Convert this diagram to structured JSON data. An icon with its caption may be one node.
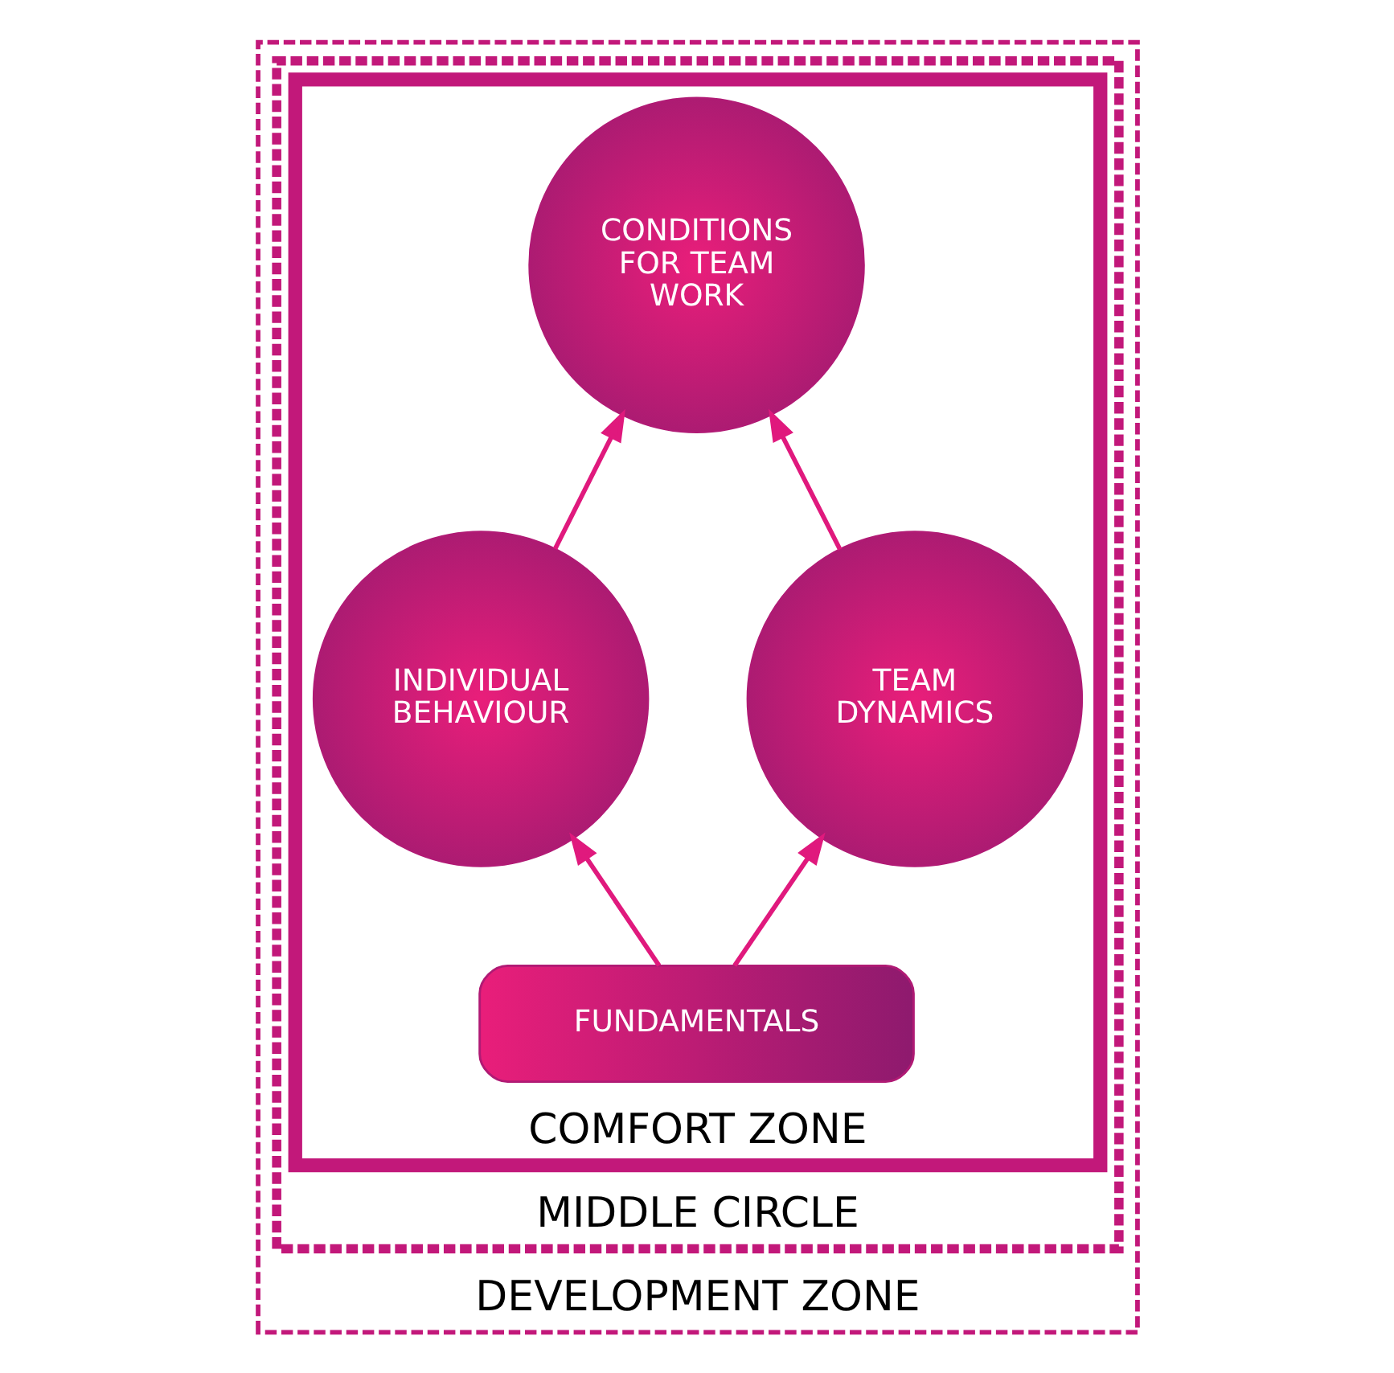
{
  "diagram": {
    "nodes": [
      {
        "text": [
          "DEVELOPMENT ZONE"
        ]
      },
      {
        "text": [
          "MIDDLE CIRCLE"
        ],
        "in": 0
      },
      {
        "text": [
          "COMFORT ZONE"
        ],
        "in": 1
      },
      {
        "text": [
          "CONDITIONS FOR TEAM WORK"
        ],
        "in": 2
      },
      {
        "text": [
          "INDIVIDUAL BEHAVIOUR"
        ],
        "in": 2
      },
      {
        "text": [
          "TEAM DYNAMICS"
        ],
        "in": 2
      },
      {
        "text": [
          "FUNDAMENTALS"
        ],
        "in": 2
      }
    ],
    "edges": [
      {
        "from": 6,
        "to": 4,
        "arrow": "to"
      },
      {
        "from": 6,
        "to": 5,
        "arrow": "to"
      },
      {
        "from": 4,
        "to": 3,
        "arrow": "to"
      },
      {
        "from": 5,
        "to": 3,
        "arrow": "to"
      }
    ]
  }
}
